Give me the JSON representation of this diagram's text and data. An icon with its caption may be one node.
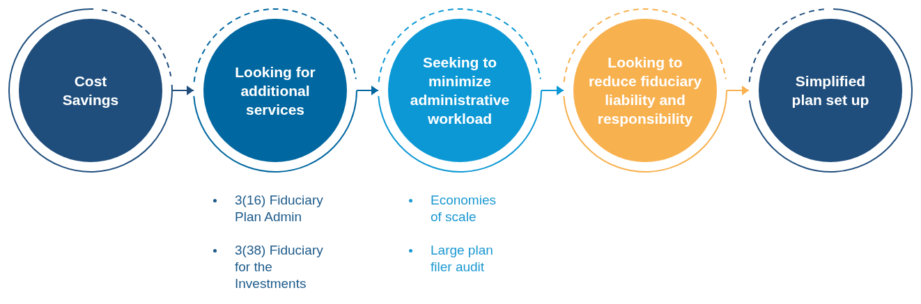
{
  "diagram": {
    "nodes": [
      {
        "text": [
          "Cost Savings"
        ]
      },
      {
        "text": [
          "Looking for additional services"
        ],
        "beside": [
          "3(16) Fiduciary Plan Admin",
          "3(38) Fiduciary for the Investments"
        ]
      },
      {
        "text": [
          "Seeking to minimize administrative workload"
        ],
        "beside": [
          "Economies of scale",
          "Large plan filer audit"
        ]
      },
      {
        "text": [
          "Looking to reduce fiduciary liability and responsibility"
        ]
      },
      {
        "text": [
          "Simplified plan set up"
        ]
      }
    ],
    "edges": [
      {
        "from": 0,
        "to": 1,
        "arrow": "to",
        "color": "#1f4e7d"
      },
      {
        "from": 1,
        "to": 2,
        "arrow": "to",
        "color": "#0067a0"
      },
      {
        "from": 2,
        "to": 3,
        "arrow": "to",
        "color": "#0b98d5"
      },
      {
        "from": 3,
        "to": 4,
        "arrow": "to",
        "color": "#f8b14f"
      }
    ]
  }
}
